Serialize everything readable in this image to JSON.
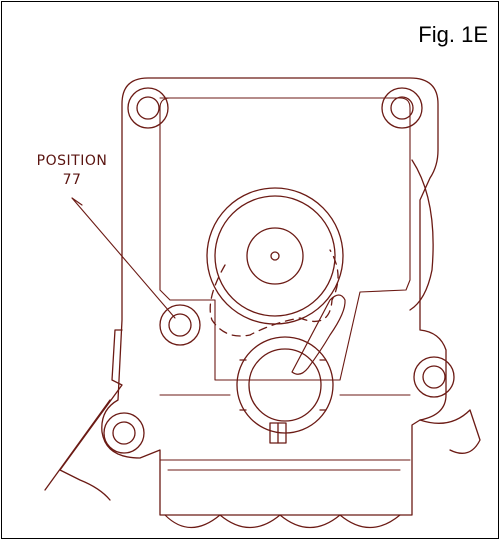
{
  "figure": {
    "label": "Fig. 1E"
  },
  "callout": {
    "line1": "POSITION",
    "line2": "77"
  },
  "colors": {
    "linework": "#6b1a14",
    "frame": "#000000",
    "background": "#ffffff"
  }
}
